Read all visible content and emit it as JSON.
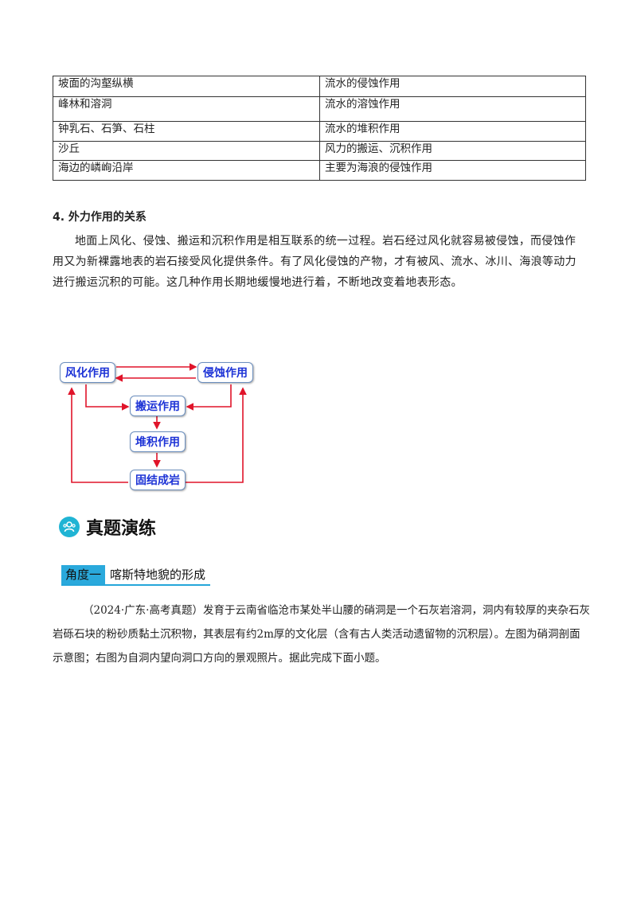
{
  "table": {
    "rows": [
      [
        "坡面的沟壑纵横",
        "流水的侵蚀作用"
      ],
      [
        "峰林和溶洞",
        "流水的溶蚀作用"
      ],
      [
        "钟乳石、石笋、石柱",
        "流水的堆积作用"
      ],
      [
        "沙丘",
        "风力的搬运、沉积作用"
      ],
      [
        "海边的嶙峋沿岸",
        "主要为海浪的侵蚀作用"
      ]
    ]
  },
  "section4": {
    "heading": "4. 外力作用的关系",
    "paragraph": "地面上风化、侵蚀、搬运和沉积作用是相互联系的统一过程。岩石经过风化就容易被侵蚀，而侵蚀作用又为新裸露地表的岩石接受风化提供条件。有了风化侵蚀的产物，才有被风、流水、冰川、海浪等动力进行搬运沉积的可能。这几种作用长期地缓慢地进行着，不断地改变着地表形态。"
  },
  "diagram": {
    "weathering": "风化作用",
    "erosion": "侵蚀作用",
    "transport": "搬运作用",
    "deposition": "堆积作用",
    "consolidation": "固结成岩",
    "colors": {
      "arrow": "#e0142a",
      "box_text": "#1d33d6",
      "box_border": "#6b8fbf"
    }
  },
  "banner": {
    "icon": "people-icon",
    "title": "真题演练",
    "color": "#20b4d4"
  },
  "angle": {
    "tag": "角度一",
    "title": "喀斯特地貌的形成",
    "color": "#2aa9dc"
  },
  "question": {
    "text": "（2024·广东·高考真题）发育于云南省临沧市某处半山腰的硝洞是一个石灰岩溶洞，洞内有较厚的夹杂石灰岩砾石块的粉砂质黏土沉积物，其表层有约2m厚的文化层（含有古人类活动遗留物的沉积层）。左图为硝洞剖面示意图；右图为自洞内望向洞口方向的景观照片。据此完成下面小题。"
  }
}
